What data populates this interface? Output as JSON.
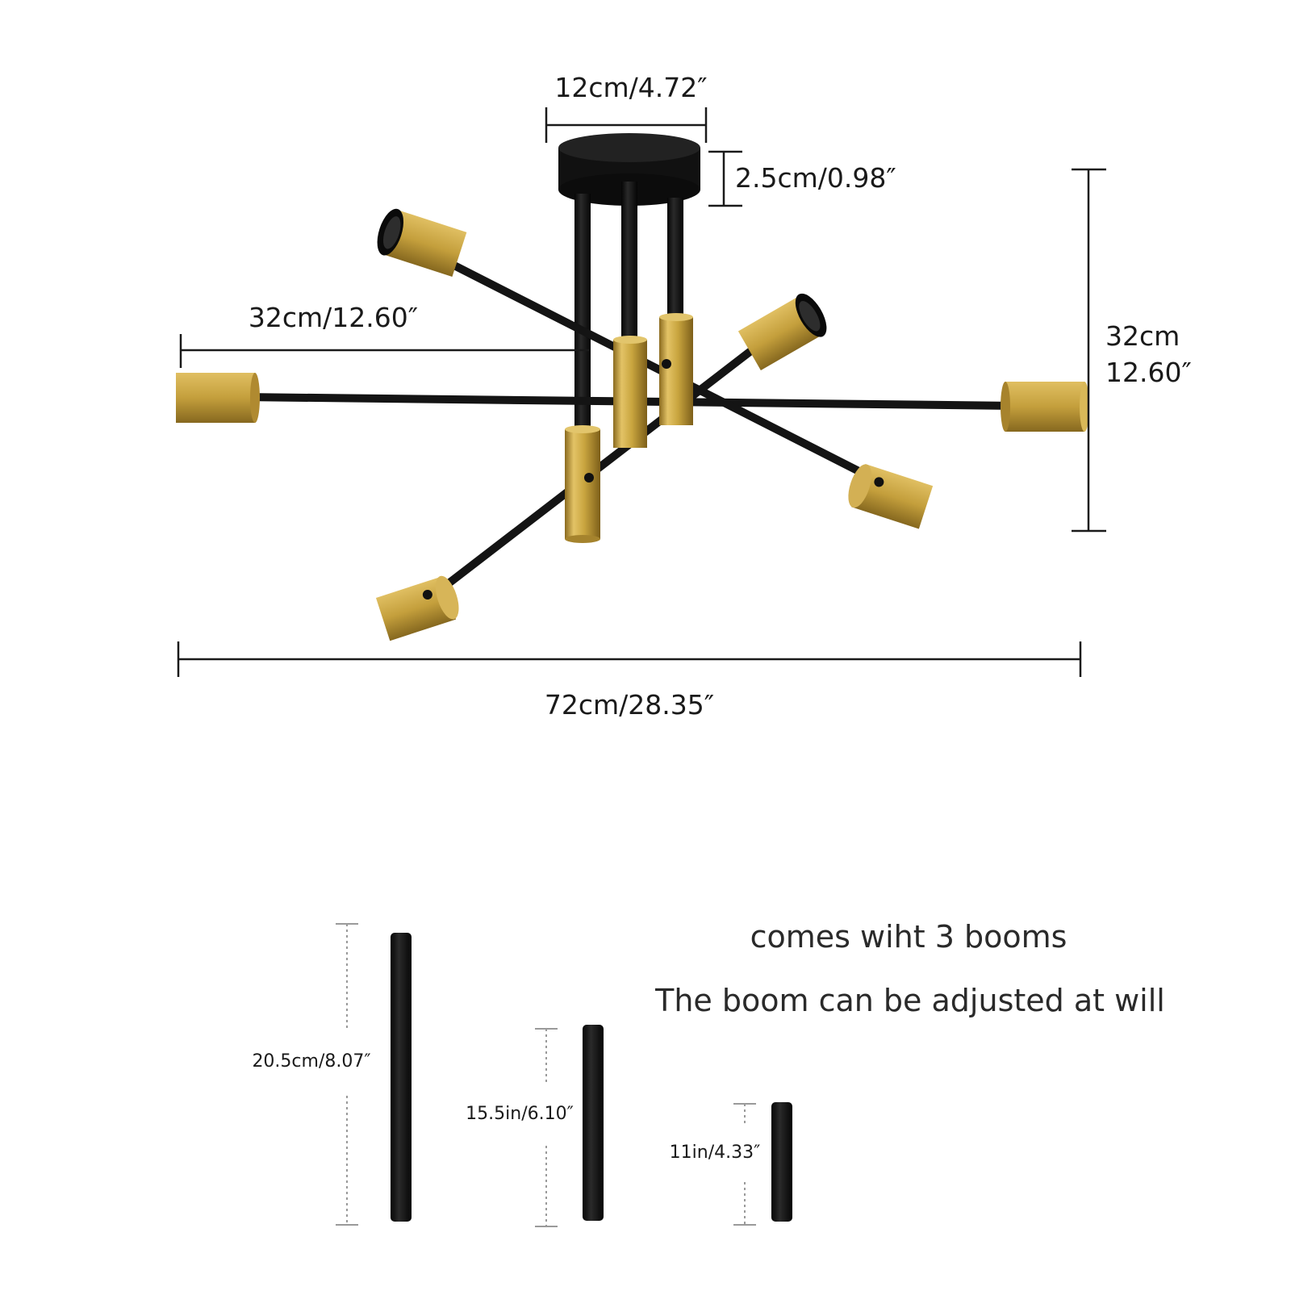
{
  "dimensions": {
    "canopy_width": "12cm/4.72″",
    "canopy_height": "2.5cm/0.98″",
    "arm_length": "32cm/12.60″",
    "height_cm": "32cm",
    "height_in": "12.60″",
    "total_width": "72cm/28.35″"
  },
  "booms": {
    "note_line1": "comes wiht 3 booms",
    "note_line2": "The boom can be adjusted at will",
    "items": [
      {
        "label": "20.5cm/8.07″"
      },
      {
        "label": "15.5in/6.10″"
      },
      {
        "label": "11in/4.33″"
      }
    ]
  },
  "colors": {
    "metal_black": "#141414",
    "brass": "#c9a53f",
    "dimension_line": "#1a1a1a",
    "dotted_line": "#9a9a9a"
  }
}
